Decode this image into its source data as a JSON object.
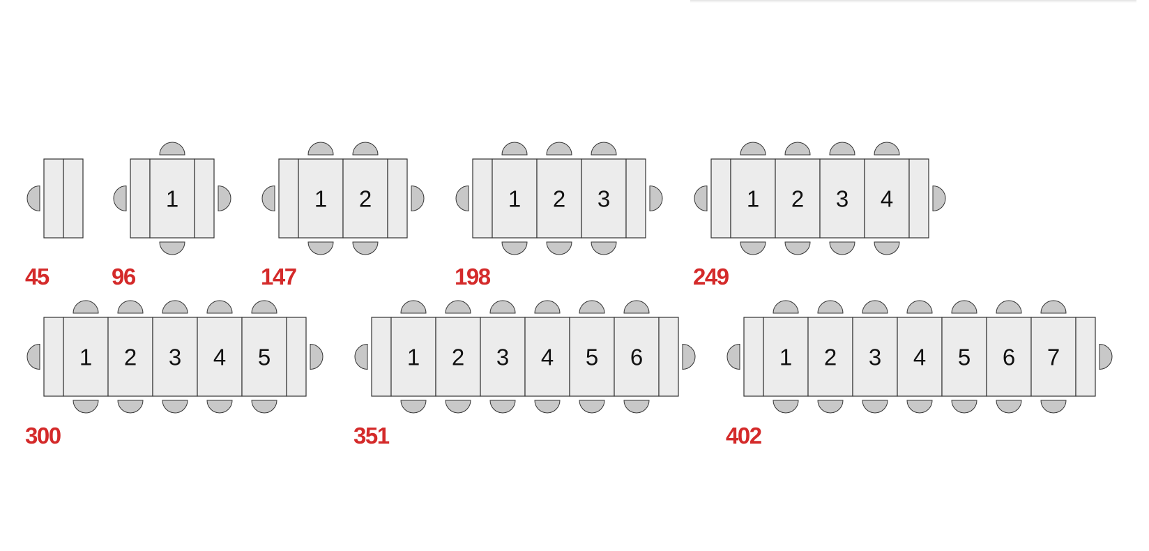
{
  "colors": {
    "label": "#d42a2a",
    "panel": "#ececec",
    "seat": "#c8c8c8",
    "outline": "#333333"
  },
  "tables": [
    {
      "label": "45",
      "extensions": 0,
      "section_numbers": []
    },
    {
      "label": "96",
      "extensions": 1,
      "section_numbers": [
        "1"
      ]
    },
    {
      "label": "147",
      "extensions": 2,
      "section_numbers": [
        "1",
        "2"
      ]
    },
    {
      "label": "198",
      "extensions": 3,
      "section_numbers": [
        "1",
        "2",
        "3"
      ]
    },
    {
      "label": "249",
      "extensions": 4,
      "section_numbers": [
        "1",
        "2",
        "3",
        "4"
      ]
    },
    {
      "label": "300",
      "extensions": 5,
      "section_numbers": [
        "1",
        "2",
        "3",
        "4",
        "5"
      ]
    },
    {
      "label": "351",
      "extensions": 6,
      "section_numbers": [
        "1",
        "2",
        "3",
        "4",
        "5",
        "6"
      ]
    },
    {
      "label": "402",
      "extensions": 7,
      "section_numbers": [
        "1",
        "2",
        "3",
        "4",
        "5",
        "6",
        "7"
      ]
    }
  ]
}
